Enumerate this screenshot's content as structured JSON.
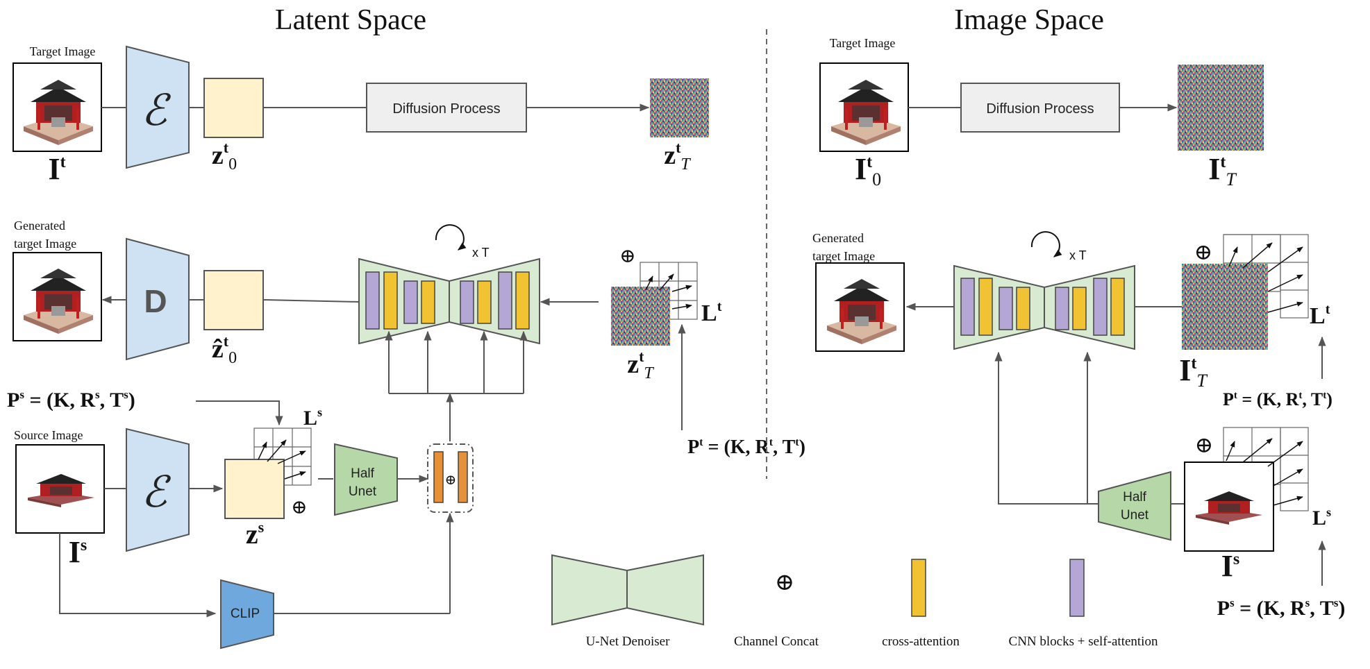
{
  "titles": {
    "latent": "Latent Space",
    "image": "Image Space"
  },
  "colors": {
    "encoder": "#cfe2f3",
    "latent": "#fff2cc",
    "process": "#efefef",
    "unet": "#d9ead3",
    "halfunet": "#b6d7a8",
    "crossattn": "#f1c232",
    "cnn": "#b4a7d6",
    "concat": "#e69138",
    "clip": "#6fa8dc",
    "line": "#555555"
  },
  "latent": {
    "target_image_label": "Target Image",
    "It": {
      "base": "I",
      "sup": "t"
    },
    "encoder_glyph": "ℰ",
    "z0t": {
      "base": "z",
      "sup": "t",
      "sub": "0"
    },
    "diffusion_label": "Diffusion Process",
    "zTt": {
      "base": "z",
      "sup": "t",
      "sub": "T"
    },
    "generated_label_line1": "Generated",
    "generated_label_line2": "target Image",
    "decoder_glyph": "D",
    "zhat0t": {
      "base": "ẑ",
      "sup": "t",
      "sub": "0"
    },
    "loop_label": "x T",
    "zTt_lower": {
      "base": "z",
      "sup": "t",
      "sub": "T"
    },
    "Lt": {
      "base": "L",
      "sup": "t"
    },
    "Pt": {
      "lhs": "P",
      "lhs_sup": "t",
      "eq": " = (K, R",
      "r_sup": "t",
      "mid": ", T",
      "t_sup": "t",
      "end": ")"
    },
    "Ps": {
      "lhs": "P",
      "lhs_sup": "s",
      "eq": " = (K, R",
      "r_sup": "s",
      "mid": ", T",
      "t_sup": "s",
      "end": ")"
    },
    "Ls": {
      "base": "L",
      "sup": "s"
    },
    "source_image_label": "Source Image",
    "Is": {
      "base": "I",
      "sup": "s"
    },
    "zs": {
      "base": "z",
      "sup": "s"
    },
    "halfunet_line1": "Half",
    "halfunet_line2": "Unet",
    "clip_label": "CLIP",
    "oplus": "⊕"
  },
  "image": {
    "target_image_label": "Target Image",
    "I0t": {
      "base": "I",
      "sup": "t",
      "sub": "0"
    },
    "diffusion_label": "Diffusion Process",
    "ITt": {
      "base": "I",
      "sup": "t",
      "sub": "T"
    },
    "generated_label_line1": "Generated",
    "generated_label_line2": "target Image",
    "loop_label": "x T",
    "ITt_lower": {
      "base": "I",
      "sup": "t",
      "sub": "T"
    },
    "Lt": {
      "base": "L",
      "sup": "t"
    },
    "Pt": {
      "lhs": "P",
      "lhs_sup": "t",
      "eq": " = (K, R",
      "r_sup": "t",
      "mid": ", T",
      "t_sup": "t",
      "end": ")"
    },
    "Ls": {
      "base": "L",
      "sup": "s"
    },
    "Ps": {
      "lhs": "P",
      "lhs_sup": "s",
      "eq": " = (K, R",
      "r_sup": "s",
      "mid": ", T",
      "t_sup": "s",
      "end": ")"
    },
    "Is": {
      "base": "I",
      "sup": "s"
    },
    "halfunet_line1": "Half",
    "halfunet_line2": "Unet",
    "oplus": "⊕"
  },
  "legend": {
    "unet": "U-Net Denoiser",
    "concat_symbol": "⊕",
    "concat": "Channel Concat",
    "crossattn": "cross-attention",
    "cnn": "CNN blocks + self-attention"
  }
}
